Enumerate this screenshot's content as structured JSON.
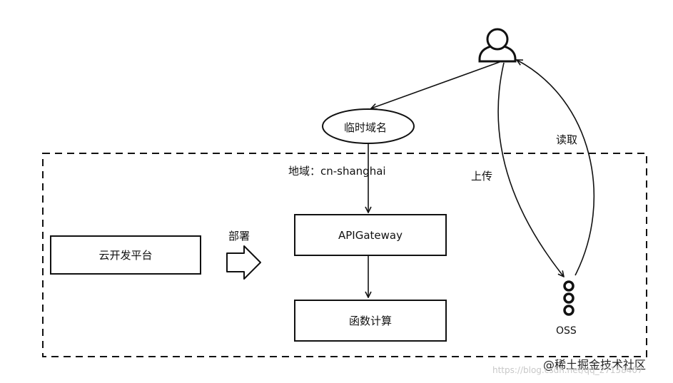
{
  "diagram": {
    "region_label": "地域：cn-shanghai",
    "nodes": {
      "user": "user-icon",
      "temp_domain": "临时域名",
      "cloud_dev_platform": "云开发平台",
      "api_gateway": "APIGateway",
      "function_compute": "函数计算",
      "oss": "OSS"
    },
    "edges": {
      "deploy": "部署",
      "upload": "上传",
      "read": "读取"
    }
  },
  "watermark": {
    "brand": "@稀土掘金技术社区",
    "url": "https://blog.csdn.net/qq_27158407"
  }
}
